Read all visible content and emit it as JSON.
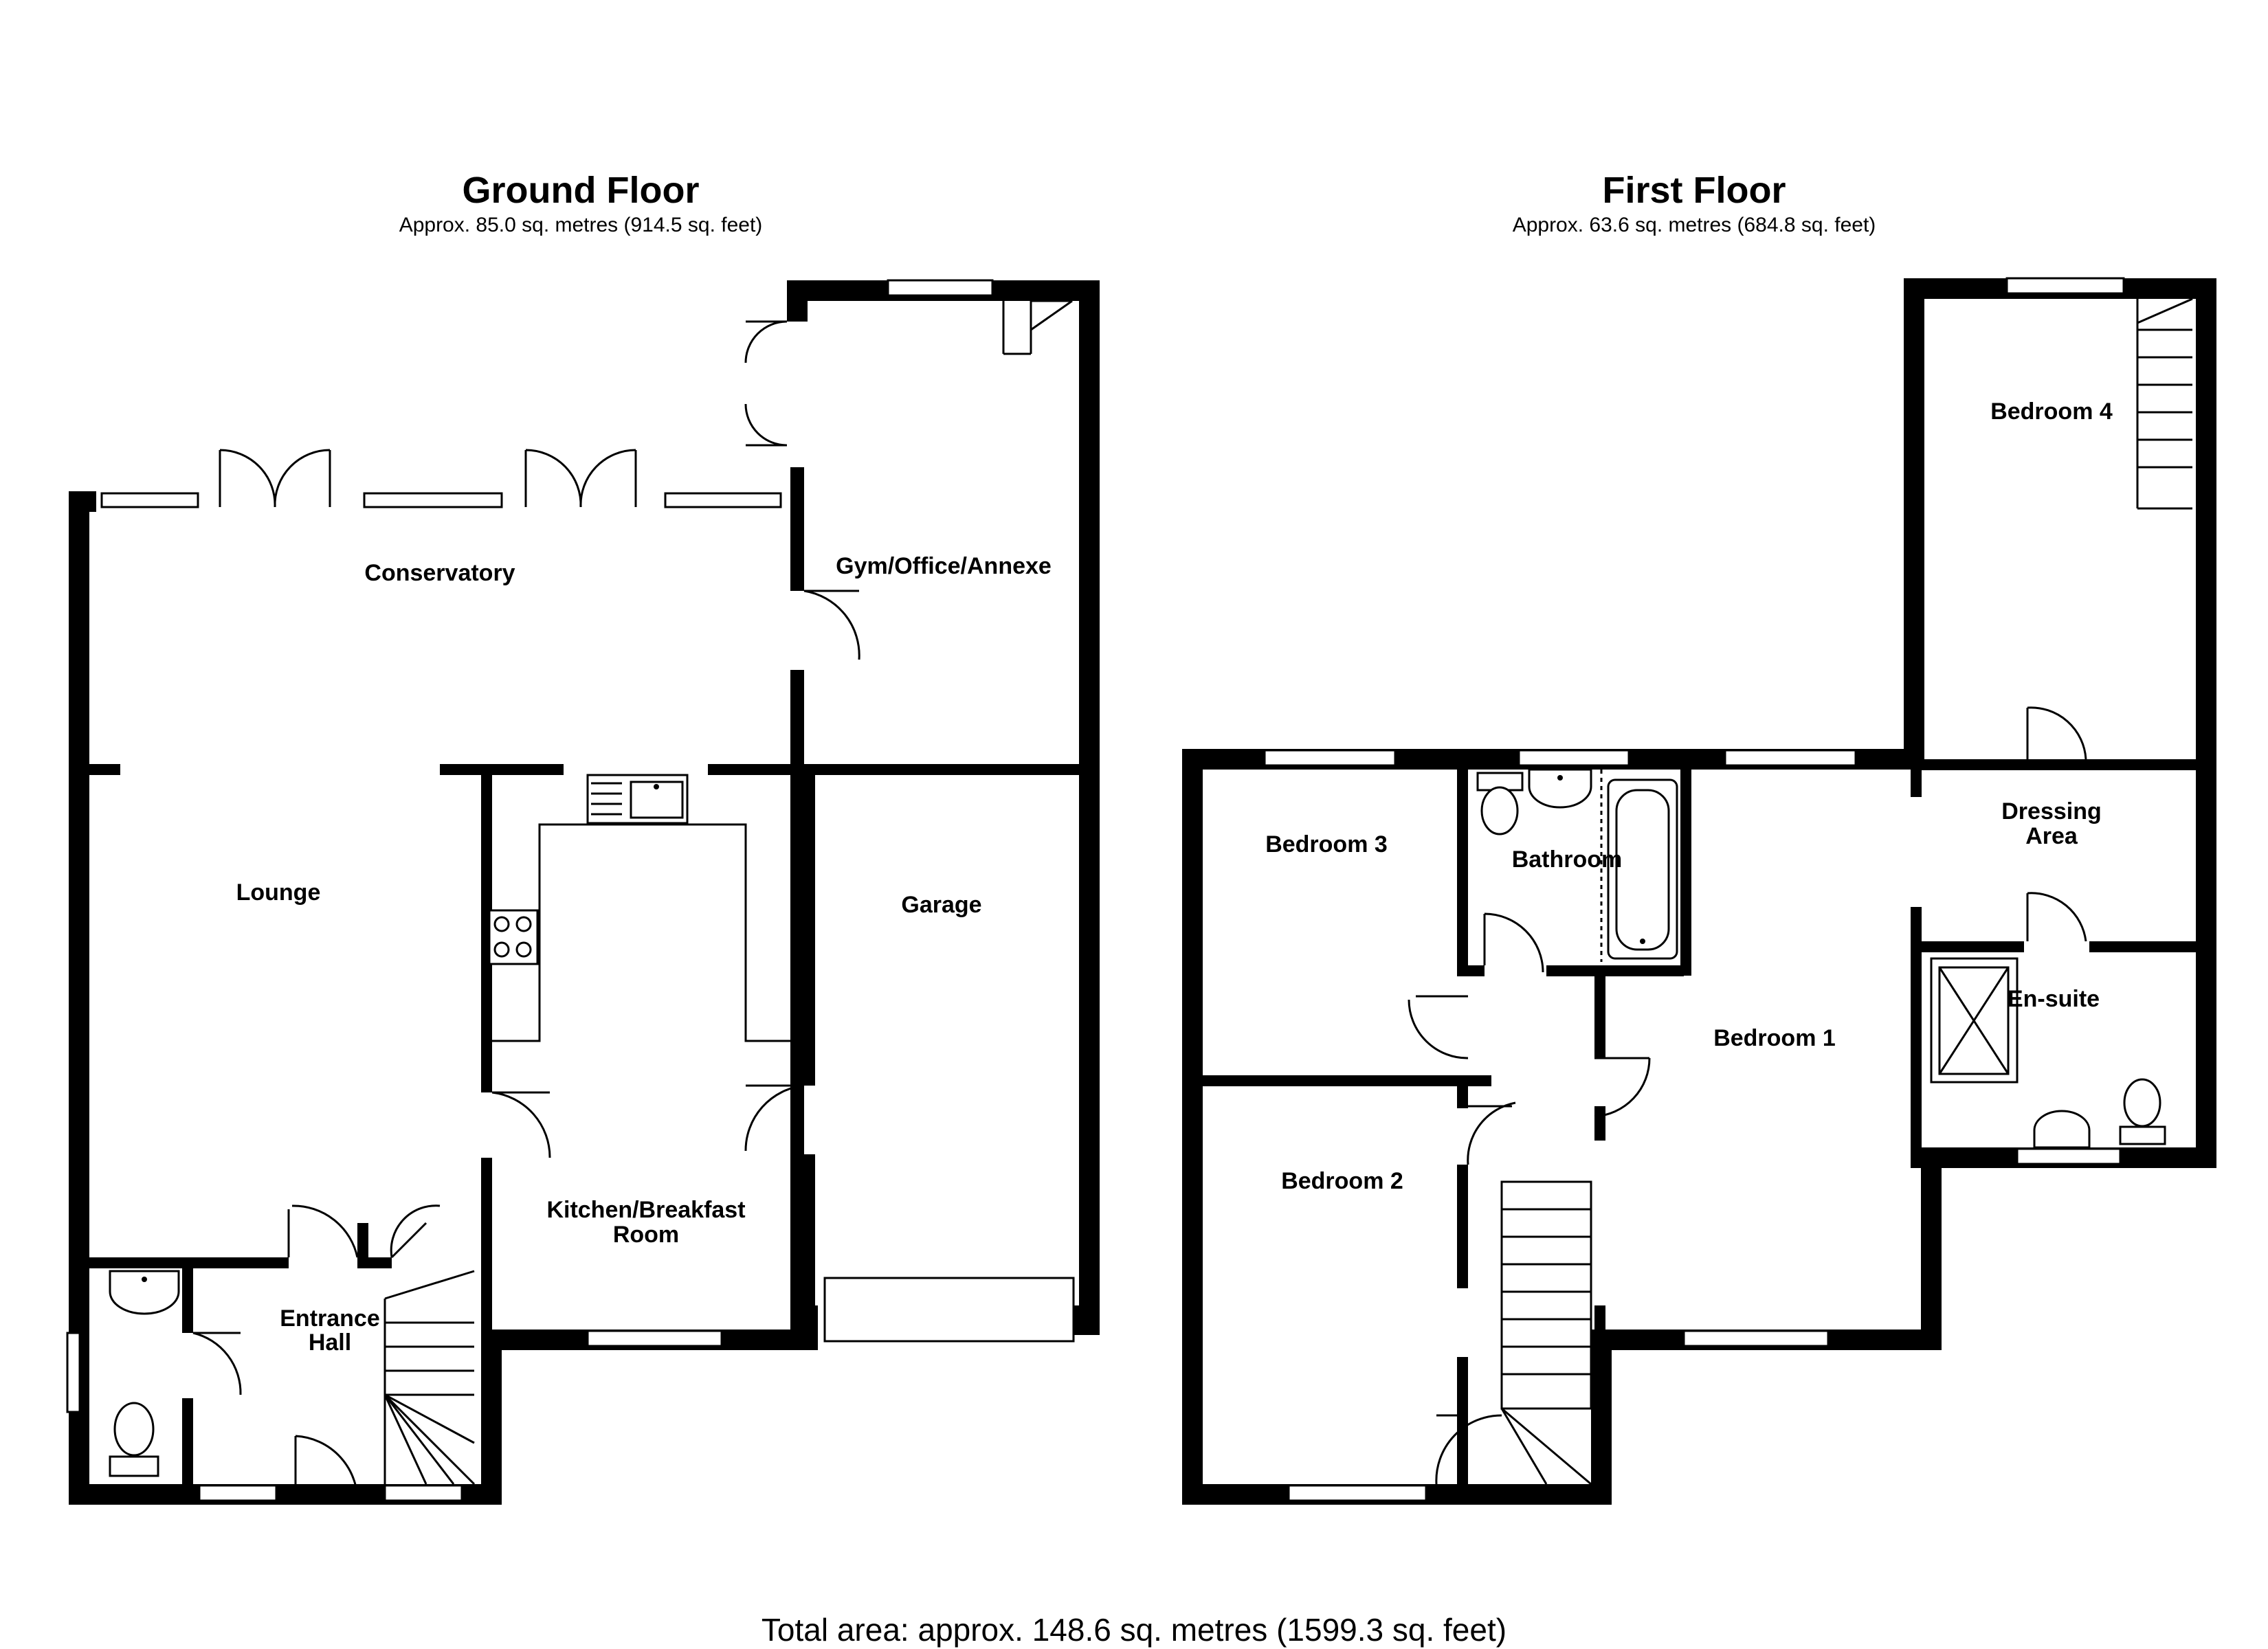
{
  "ground_floor": {
    "title": "Ground Floor",
    "area": "Approx. 85.0 sq. metres (914.5 sq. feet)",
    "rooms": {
      "conservatory": "Conservatory",
      "gym": "Gym/Office/Annexe",
      "lounge": "Lounge",
      "garage": "Garage",
      "kitchen_1": "Kitchen/Breakfast",
      "kitchen_2": "Room",
      "hall_1": "Entrance",
      "hall_2": "Hall"
    }
  },
  "first_floor": {
    "title": "First Floor",
    "area": "Approx. 63.6 sq. metres (684.8 sq. feet)",
    "rooms": {
      "bedroom4": "Bedroom 4",
      "bedroom3": "Bedroom 3",
      "bathroom": "Bathroom",
      "dressing_1": "Dressing",
      "dressing_2": "Area",
      "ensuite": "En-suite",
      "bedroom1": "Bedroom 1",
      "bedroom2": "Bedroom 2"
    }
  },
  "total_area": "Total area: approx. 148.6 sq. metres (1599.3 sq. feet)"
}
